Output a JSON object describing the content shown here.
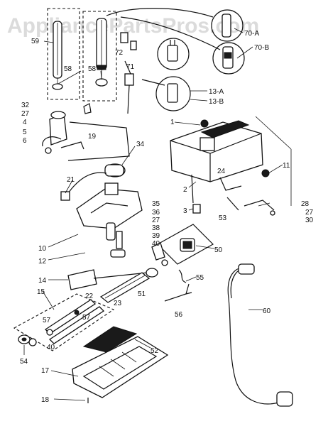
{
  "watermark": "AppliancePartsPros.com",
  "labels": {
    "l59": "59",
    "l58a": "58",
    "l58b": "58",
    "l70a": "70-A",
    "l70b": "70-B",
    "l72": "72",
    "l71": "71",
    "l13a": "13-A",
    "l13b": "13-B",
    "l32": "32",
    "l27a": "27",
    "l4": "4",
    "l5": "5",
    "l6": "6",
    "l19": "19",
    "l1": "1",
    "l34": "34",
    "l11": "11",
    "l21": "21",
    "l2": "2",
    "l24": "24",
    "l3": "3",
    "l53": "53",
    "l28": "28",
    "l27b": "27",
    "l30": "30",
    "l35": "35",
    "l36": "36",
    "l27c": "27",
    "l38": "38",
    "l39": "39",
    "l10": "10",
    "l40a": "40",
    "l50": "50",
    "l12": "12",
    "l55": "55",
    "l14": "14",
    "l15": "15",
    "l22": "22",
    "l23": "23",
    "l51": "51",
    "l56": "56",
    "l60": "60",
    "l57a": "57",
    "l57b": "57",
    "l40b": "40",
    "l54": "54",
    "l52": "52",
    "l17": "17",
    "l18": "18"
  }
}
